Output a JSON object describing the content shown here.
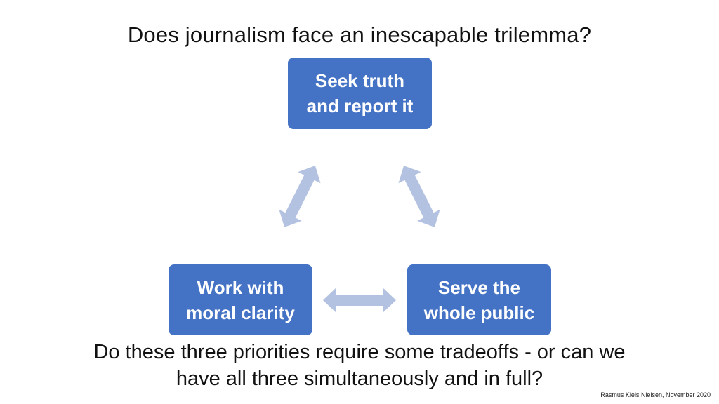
{
  "title": "Does journalism face an inescapable trilemma?",
  "nodes": [
    {
      "id": "top",
      "lines": [
        "Seek truth",
        "and report it"
      ]
    },
    {
      "id": "left",
      "lines": [
        "Work with",
        "moral clarity"
      ]
    },
    {
      "id": "right",
      "lines": [
        "Serve the",
        "whole public"
      ]
    }
  ],
  "edges": [
    {
      "from": "top",
      "to": "left",
      "style": "double-headed-arrow"
    },
    {
      "from": "top",
      "to": "right",
      "style": "double-headed-arrow"
    },
    {
      "from": "left",
      "to": "right",
      "style": "double-headed-arrow"
    }
  ],
  "question": {
    "line1": "Do these three priorities require some tradeoffs - or can we",
    "line2": "have all three simultaneously and in full?"
  },
  "credit": "Rasmus Kleis Nielsen, November  2020",
  "colors": {
    "node_fill": "#4472c4",
    "node_text": "#ffffff",
    "arrow_fill": "#b4c2e1",
    "text": "#111111"
  }
}
